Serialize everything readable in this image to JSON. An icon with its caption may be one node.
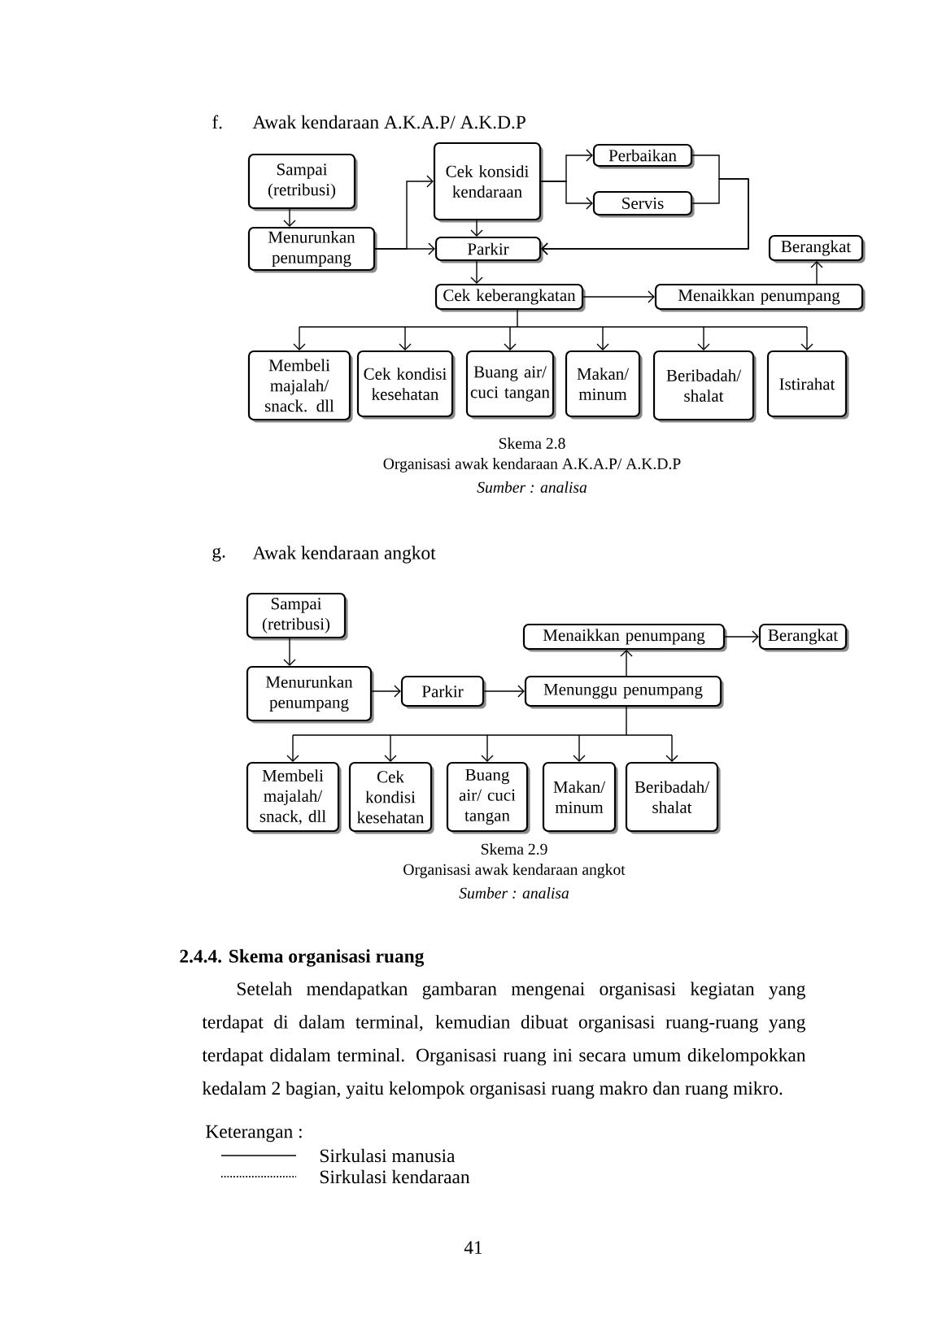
{
  "diagram": {
    "nodes": [
      {
        "text": [
          "Sampai (retribusi)"
        ]
      },
      {
        "text": [
          "Cek konsidi kendaraan"
        ]
      },
      {
        "text": [
          "Perbaikan"
        ]
      },
      {
        "text": [
          "Servis"
        ]
      },
      {
        "text": [
          "Menurunkan penumpang"
        ]
      },
      {
        "text": [
          "Parkir"
        ]
      },
      {
        "text": [
          "Berangkat"
        ]
      },
      {
        "text": [
          "Cek keberangkatan"
        ]
      },
      {
        "text": [
          "Menaikkan penumpang"
        ]
      },
      {
        "text": [
          "Membeli majalah/ snack. dll"
        ]
      },
      {
        "text": [
          "Cek kondisi kesehatan"
        ]
      },
      {
        "text": [
          "Buang air/ cuci tangan"
        ]
      },
      {
        "text": [
          "Makan/ minum"
        ]
      },
      {
        "text": [
          "Beribadah/ shalat"
        ]
      },
      {
        "text": [
          "Istirahat"
        ]
      },
      {
        "text": [
          "Sampai (retribusi)"
        ]
      },
      {
        "text": [
          "Menaikkan penumpang"
        ]
      },
      {
        "text": [
          "Berangkat"
        ]
      },
      {
        "text": [
          "Menurunkan penumpang"
        ]
      },
      {
        "text": [
          "Parkir"
        ]
      },
      {
        "text": [
          "Menunggu penumpang"
        ]
      },
      {
        "text": [
          "Membeli majalah/ snack, dll"
        ]
      },
      {
        "text": [
          "Cek kondisi kesehatan"
        ]
      },
      {
        "text": [
          "Buang air/ cuci tangan"
        ]
      },
      {
        "text": [
          "Makan/ minum"
        ]
      },
      {
        "text": [
          "Beribadah/ shalat"
        ]
      }
    ],
    "edges": [
      {
        "from": 0,
        "to": 4,
        "arrow": "to"
      },
      {
        "from": 4,
        "to": 1,
        "arrow": "to"
      },
      {
        "from": 4,
        "to": 5,
        "arrow": "to"
      },
      {
        "from": 1,
        "to": 2,
        "arrow": "to"
      },
      {
        "from": 1,
        "to": 3,
        "arrow": "to"
      },
      {
        "from": 1,
        "to": 5,
        "arrow": "to"
      },
      {
        "from": 2,
        "to": 5,
        "arrow": "to"
      },
      {
        "from": 3,
        "to": 5,
        "arrow": "to"
      },
      {
        "from": 5,
        "to": 7,
        "arrow": "to"
      },
      {
        "from": 7,
        "to": 8,
        "arrow": "to"
      },
      {
        "from": 8,
        "to": 6,
        "arrow": "to"
      },
      {
        "from": 7,
        "to": 9,
        "arrow": "to"
      },
      {
        "from": 7,
        "to": 10,
        "arrow": "to"
      },
      {
        "from": 7,
        "to": 11,
        "arrow": "to"
      },
      {
        "from": 7,
        "to": 12,
        "arrow": "to"
      },
      {
        "from": 7,
        "to": 13,
        "arrow": "to"
      },
      {
        "from": 7,
        "to": 14,
        "arrow": "to"
      },
      {
        "from": 15,
        "to": 18,
        "arrow": "to"
      },
      {
        "from": 18,
        "to": 19,
        "arrow": "to"
      },
      {
        "from": 19,
        "to": 20,
        "arrow": "to"
      },
      {
        "from": 20,
        "to": 16,
        "arrow": "to"
      },
      {
        "from": 16,
        "to": 17,
        "arrow": "to"
      },
      {
        "from": 20,
        "to": 21,
        "arrow": "to"
      },
      {
        "from": 20,
        "to": 22,
        "arrow": "to"
      },
      {
        "from": 20,
        "to": 23,
        "arrow": "to"
      },
      {
        "from": 20,
        "to": 24,
        "arrow": "to"
      },
      {
        "from": 20,
        "to": 25,
        "arrow": "to"
      }
    ],
    "labels": [
      "f.",
      "Awak kendaraan A.K.A.P/ A.K.D.P",
      "Skema 2.8",
      "Organisasi awak kendaraan A.K.A.P/ A.K.D.P",
      "Sumber : analisa",
      "g.",
      "Awak kendaraan angkot",
      "Skema 2.9",
      "Organisasi awak kendaraan angkot",
      "Sumber : analisa",
      "2.4.4. Skema organisasi ruang",
      "Setelah mendapatkan gambaran mengenai organisasi kegiatan yang terdapat di dalam terminal, kemudian dibuat organisasi ruang-ruang yang terdapat didalam terminal. Organisasi ruang ini secara umum dikelompokkan kedalam 2 bagian, yaitu kelompok organisasi ruang makro dan ruang mikro.",
      "Keterangan :",
      "41"
    ],
    "legend": [
      {
        "text": "Sirkulasi manusia"
      },
      {
        "text": "Sirkulasi kendaraan"
      }
    ]
  }
}
